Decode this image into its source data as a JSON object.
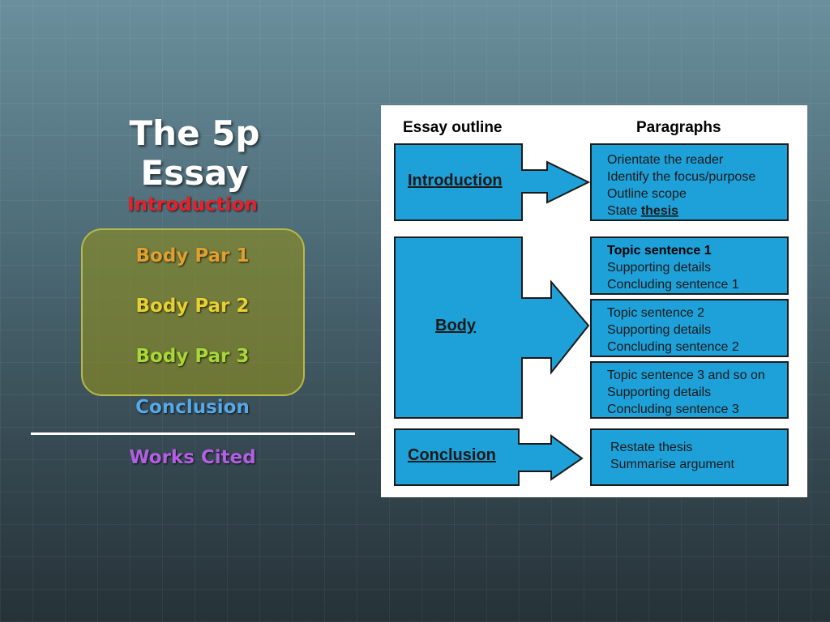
{
  "title": "The 5p Essay",
  "outline": {
    "introduction": "Introduction",
    "body_par_1": "Body Par 1",
    "body_par_2": "Body Par 2",
    "body_par_3": "Body Par 3",
    "conclusion": "Conclusion",
    "works_cited": "Works Cited"
  },
  "colors": {
    "introduction": "#e8202a",
    "body_par_1": "#e0a030",
    "body_par_2": "#e8d030",
    "body_par_3": "#a8d838",
    "conclusion": "#58a8e8",
    "works_cited": "#b060e0",
    "diagram_box": "#1ea0d8"
  },
  "diagram": {
    "header_left": "Essay outline",
    "header_right": "Paragraphs",
    "introduction": {
      "label": "Introduction",
      "paragraphs": [
        "Orientate the reader",
        "Identify the focus/purpose",
        "Outline scope",
        "State"
      ],
      "thesis_word": "thesis"
    },
    "body": {
      "label": "Body",
      "groups": [
        [
          "Topic sentence 1",
          "Supporting details",
          "Concluding sentence 1"
        ],
        [
          "Topic sentence 2",
          "Supporting details",
          "Concluding sentence 2"
        ],
        [
          "Topic sentence 3 and so on",
          "Supporting details",
          "Concluding sentence 3"
        ]
      ]
    },
    "conclusion": {
      "label": "Conclusion",
      "paragraphs": [
        "Restate thesis",
        "Summarise argument"
      ]
    }
  }
}
